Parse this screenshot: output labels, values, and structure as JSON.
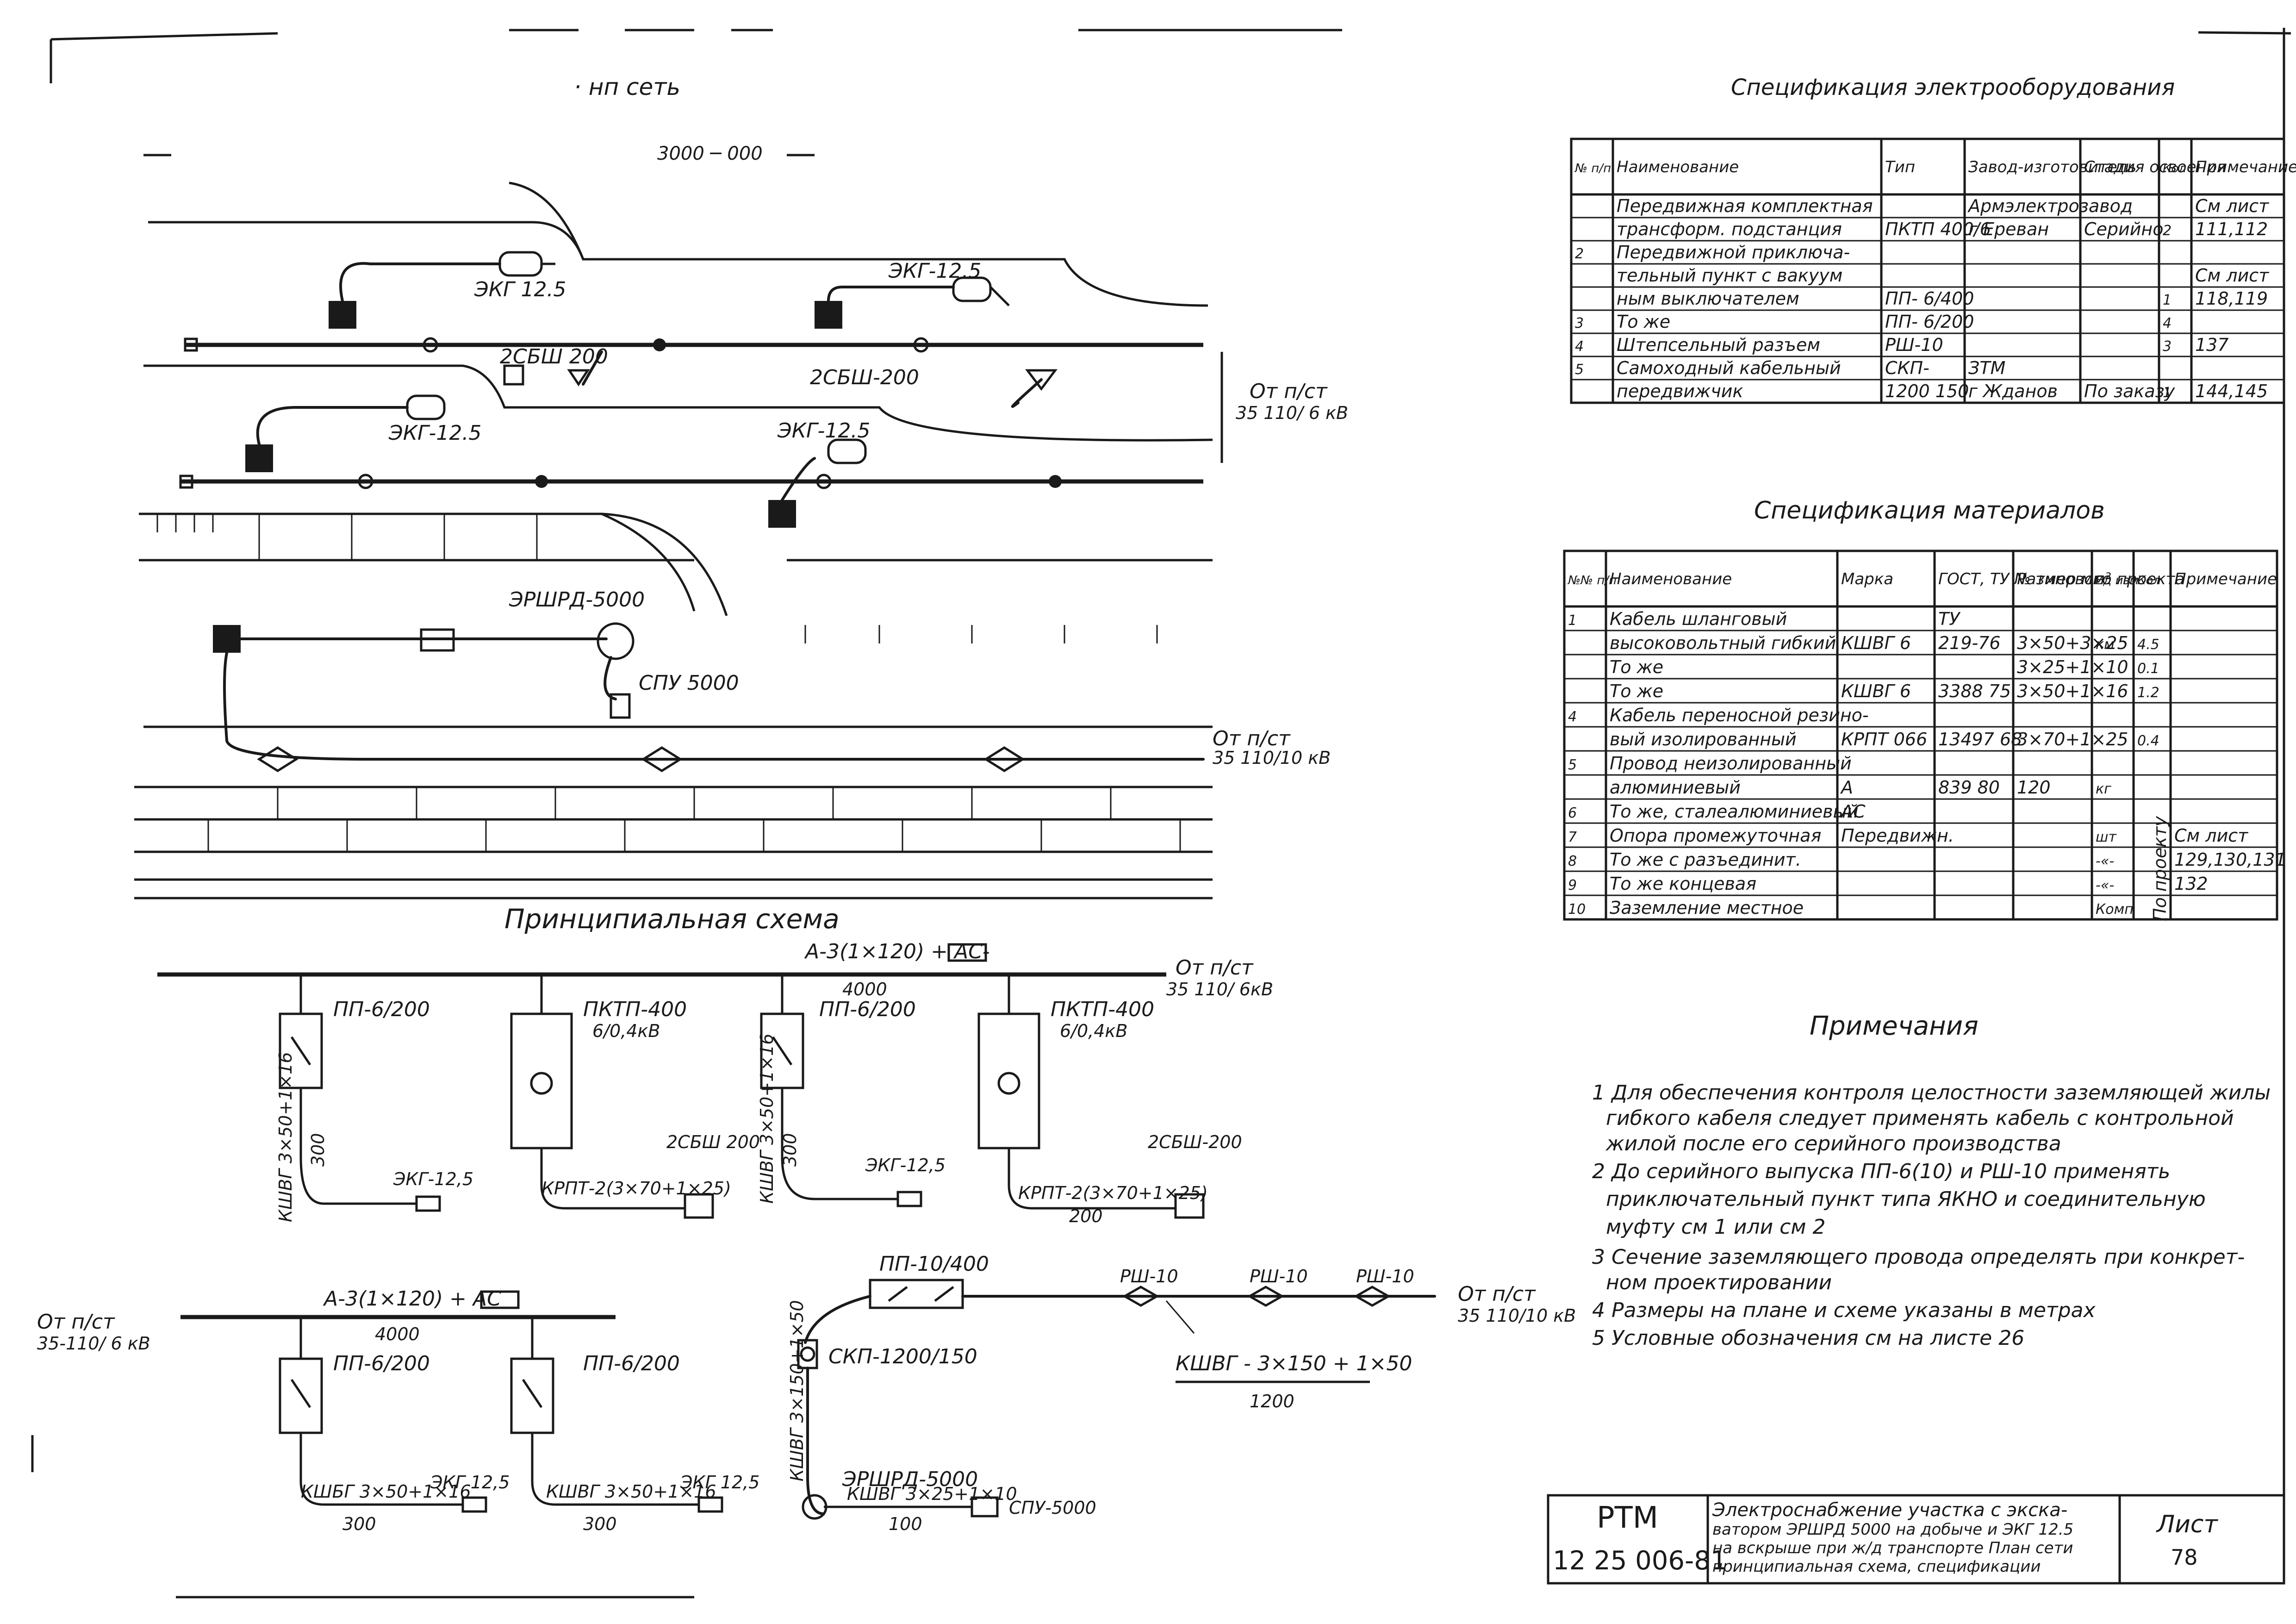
{
  "plan": {
    "title": "· нп сеть",
    "scale": "3000 ─ 000",
    "labels": {
      "ekg1": "ЭКГ 12.5",
      "ekg2": "ЭКГ-12.5",
      "ekg3": "ЭКГ-12.5",
      "ekg4": "ЭКГ-12.5",
      "sbsh1": "2СБШ 200",
      "sbsh2": "2СБШ-200",
      "ershrd": "ЭРШРД-5000",
      "spu": "СПУ 5000",
      "feed1_a": "От п/ст",
      "feed1_b": "35 110/ 6 кВ",
      "feed2_a": "От п/ст",
      "feed2_b": "35 110/10 кВ"
    }
  },
  "schema1": {
    "title": "Принципиальная схема",
    "line_label": "А-3(1×120) + АС-",
    "dist": "4000",
    "feed_a": "От п/ст",
    "feed_b": "35 110/ 6кВ",
    "pp1": "ПП-6/200",
    "pktp1": "ПКТП-400",
    "pktp1_v": "6/0,4кВ",
    "pp2": "ПП-6/200",
    "pktp2": "ПКТП-400",
    "pktp2_v": "6/0,4кВ",
    "cab1": "КШВГ 3×50+1×16",
    "len1": "300",
    "ekg1": "ЭКГ-12,5",
    "cab2": "КРПТ-2(3×70+1×25)",
    "sbsh1": "2СБШ 200",
    "cab3": "КШВГ 3×50+1×16",
    "len3": "300",
    "ekg2": "ЭКГ-12,5",
    "cab4": "КРПТ-2(3×70+1×25)",
    "len4": "200",
    "sbsh2": "2СБШ-200"
  },
  "schema2": {
    "feed_a": "От п/ст",
    "feed_b": "35-110/ 6 кВ",
    "line_label": "А-3(1×120) + АС",
    "dist": "4000",
    "pp1": "ПП-6/200",
    "pp2": "ПП-6/200",
    "cab1": "КШБГ 3×50+1×16",
    "len1": "300",
    "ekg1": "ЭКГ 12,5",
    "cab2": "КШВГ 3×50+1×16",
    "len2": "300",
    "ekg2": "ЭКГ 12,5",
    "pp3": "ПП-10/400",
    "rsh1": "РШ-10",
    "rsh2": "РШ-10",
    "rsh3": "РШ-10",
    "feed2_a": "От п/ст",
    "feed2_b": "35 110/10 кВ",
    "kshvg": "КШВГ - 3×150 + 1×50",
    "kshvg_len": "1200",
    "skp": "СКП-1200/150",
    "cab_v": "КШВГ 3×150+1×50",
    "ershrd": "ЭРШРД-5000",
    "cab_h": "КШВГ 3×25+1×10",
    "len_h": "100",
    "spu": "СПУ-5000"
  },
  "spec_equipment": {
    "title": "Спецификация электрооборудования",
    "headers": [
      "№ п/п",
      "Наименование",
      "Тип",
      "Завод-изготовитель",
      "Стадия освоения",
      "Кол",
      "Примечание"
    ],
    "rows": [
      [
        "",
        "Передвижная комплектная",
        "",
        "Армэлектрозавод",
        "",
        "",
        "См лист"
      ],
      [
        "",
        "трансформ. подстанция",
        "ПКТП 400/6",
        "г Ереван",
        "Серийно",
        "2",
        "111,112"
      ],
      [
        "2",
        "Передвижной приключа-",
        "",
        "",
        "",
        "",
        ""
      ],
      [
        "",
        "тельный пункт с вакуум",
        "",
        "",
        "",
        "",
        "См лист"
      ],
      [
        "",
        "ным выключателем",
        "ПП- 6/400",
        "",
        "",
        "1",
        "118,119"
      ],
      [
        "3",
        "То же",
        "ПП- 6/200",
        "",
        "",
        "4",
        ""
      ],
      [
        "4",
        "Штепсельный разъем",
        "РШ-10",
        "",
        "",
        "3",
        "137"
      ],
      [
        "5",
        "Самоходный кабельный",
        "СКП-",
        "ЗТМ",
        "",
        "",
        ""
      ],
      [
        "",
        "передвижчик",
        "1200 150",
        "г Жданов",
        "По заказу",
        "1",
        "144,145"
      ]
    ]
  },
  "spec_materials": {
    "title": "Спецификация материалов",
    "headers": [
      "№№ п/п",
      "Наименование",
      "Марка",
      "ГОСТ, ТУ № типового проекта",
      "Размер мм²",
      "Ед изм",
      "Кол",
      "Примечание"
    ],
    "rows": [
      [
        "1",
        "Кабель шланговый",
        "",
        "ТУ",
        "",
        "",
        "",
        ""
      ],
      [
        "",
        "высоковольтный гибкий",
        "КШВГ 6",
        "219-76",
        "3×50+3×25",
        "км",
        "4.5",
        ""
      ],
      [
        "",
        "То же",
        "",
        "",
        "3×25+1×10",
        "",
        "0.1",
        ""
      ],
      [
        "",
        "То же",
        "КШВГ 6",
        "3388 75",
        "3×50+1×16",
        "",
        "1.2",
        ""
      ],
      [
        "4",
        "Кабель переносной резино-",
        "",
        "",
        "",
        "",
        "",
        ""
      ],
      [
        "",
        "вый изолированный",
        "КРПТ 066",
        "13497 68",
        "3×70+1×25",
        "",
        "0.4",
        ""
      ],
      [
        "5",
        "Провод неизолированный",
        "",
        "",
        "",
        "",
        "",
        ""
      ],
      [
        "",
        "алюминиевый",
        "А",
        "839 80",
        "120",
        "кг",
        "",
        ""
      ],
      [
        "6",
        "То же, сталеалюминиевый",
        "АС",
        "",
        "",
        "",
        "",
        ""
      ],
      [
        "7",
        "Опора промежуточная",
        "Передвижн.",
        "",
        "",
        "шт",
        "",
        "См лист"
      ],
      [
        "8",
        "То же с разъединит.",
        "",
        "",
        "",
        "-«-",
        "",
        "129,130,131"
      ],
      [
        "9",
        "То же концевая",
        "",
        "",
        "",
        "-«-",
        "",
        "132"
      ],
      [
        "10",
        "Заземление местное",
        "",
        "",
        "",
        "Комп",
        "",
        ""
      ]
    ],
    "qty_note": "По проекту"
  },
  "notes": {
    "title": "Примечания",
    "lines": [
      "1 Для обеспечения контроля целостности заземляющей жилы",
      "гибкого кабеля следует применять кабель с контрольной",
      "жилой после его серийного производства",
      "2 До серийного выпуска ПП-6(10) и РШ-10 применять",
      "приключательный пункт типа ЯКНО и соединительную",
      "муфту см 1 или см 2",
      "3 Сечение заземляющего провода определять при конкрет-",
      "ном проектировании",
      "4 Размеры на плане и схеме указаны в метрах",
      "5 Условные обозначения см на листе 26"
    ]
  },
  "title_block": {
    "code1": "РТМ",
    "code2": "12 25 006-81",
    "desc1": "Электроснабжение участка с экска-",
    "desc2": "ватором ЭРШРД 5000 на добыче и ЭКГ 12.5",
    "desc3": "на вскрыше при ж/д транспорте План сети",
    "desc4": "принципиальная схема, спецификации",
    "sheet_label": "Лист",
    "sheet_no": "78"
  }
}
